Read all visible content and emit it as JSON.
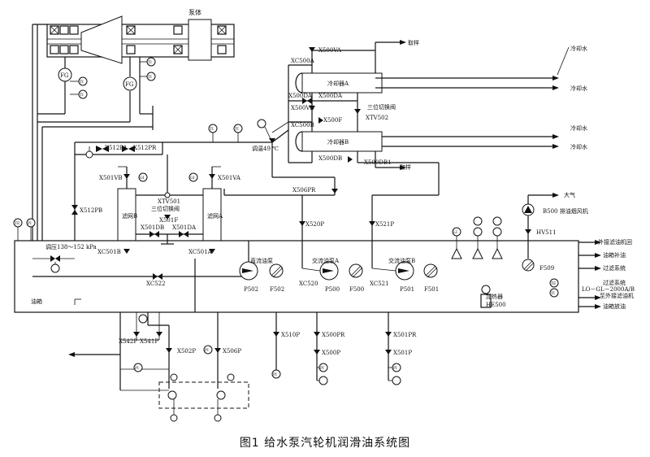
{
  "caption": "图1    给水泵汽轮机润滑油系统图",
  "labels": {
    "pump_body": "泵体",
    "fg1": "FG",
    "fg2": "FG",
    "ti": "TI",
    "ti2": "TI",
    "ti3": "TI",
    "ti4": "TI",
    "ti5": "TI",
    "pi": "PI",
    "pi2": "PI",
    "gi1": "GI",
    "gi2": "GI",
    "li": "LI",
    "te": "TE",
    "ti_right": "TI",
    "x500va": "X500VA",
    "x500da": "X500DA",
    "x500vb": "X500VB",
    "xc500a": "XC500A",
    "x500da2": "X500DA",
    "x500f": "X500F",
    "xc500b": "XC500B",
    "x500db": "X500DB",
    "x500db1": "X500DB1",
    "cooler_a": "冷却器A",
    "cooler_b": "冷却器B",
    "sampling1": "取样",
    "sampling2": "取样",
    "cooling_water1": "冷却水",
    "cooling_water2": "冷却水",
    "cooling_water3": "冷却水",
    "cooling_water4": "冷却水",
    "three_way1": "三位切换阀",
    "xtv502": "XTV502",
    "temp_adjust": "调温49 ℃",
    "x512pa": "X512PA",
    "x512pr": "X512PR",
    "x501vb": "X501VB",
    "x501va": "X501VA",
    "xtv501": "XTV501",
    "three_way2": "三位切换阀",
    "x501f": "X501F",
    "x501db": "X501DB",
    "x501da": "X501DA",
    "filter_b": "滤网B",
    "filter_a": "滤网A",
    "xc501b": "XC501B",
    "xc501a": "XC501A",
    "x512pb": "X512PB",
    "x506pr": "X506PR",
    "x520p": "X520P",
    "x521p": "X521P",
    "pressure_reg": "调压138～152 kPa",
    "xc522": "XC522",
    "oil_tank": "油箱",
    "dc_pump": "直流油泵",
    "ac_pump_a": "交流油泵A",
    "ac_pump_b": "交流油泵B",
    "p502": "P502",
    "f502": "F502",
    "xc520": "XC520",
    "p500": "P500",
    "f500": "F500",
    "xc521": "XC521",
    "p501": "P501",
    "f501": "F501",
    "heater": "加热器",
    "he500": "HE500",
    "atmos": "大气",
    "b500": "B500 排油烟风机",
    "hv511": "HV511",
    "f509": "F509",
    "ext_filter_return": "外接滤油机回",
    "tank_makeup": "油箱补油",
    "filter_system1": "过滤系统",
    "filter_system2": "过滤系统",
    "lo_gl": "LO－GL－2000A/B",
    "ext_filter": "至外接滤油机",
    "tank_drain": "油箱放油",
    "x542p": "X542P",
    "x541p": "X541P",
    "x502p": "X502P",
    "x506p": "X506P",
    "x510p": "X510P",
    "x500pr": "X500PR",
    "x500p": "X500P",
    "x501pr": "X501PR",
    "x501p": "X501P"
  }
}
